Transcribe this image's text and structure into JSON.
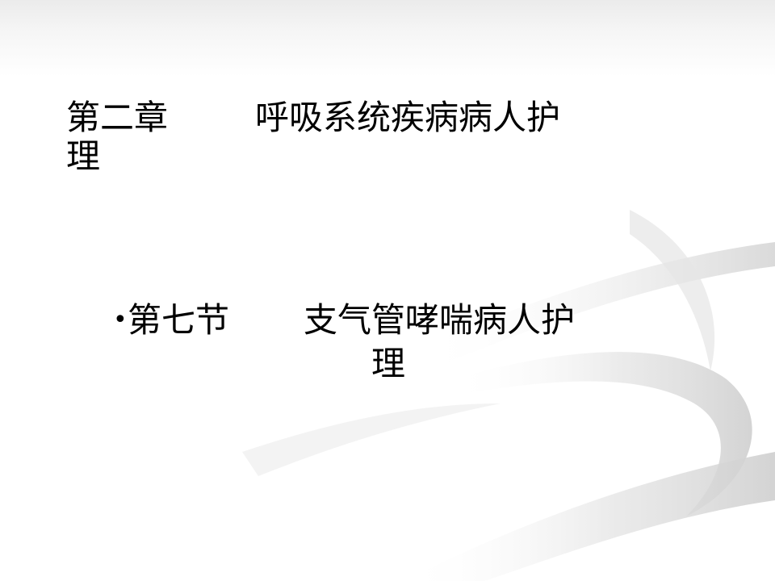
{
  "slide": {
    "title": {
      "chapter": "第二章",
      "subject_line1": "呼吸系统疾病病人护",
      "subject_line2": "理"
    },
    "bullet": {
      "marker": "•",
      "section": "第七节",
      "subject_line1": "支气管哮喘病人护",
      "subject_line2": "理"
    },
    "colors": {
      "text": "#000000",
      "background": "#ffffff",
      "swoosh": "#d9d9d9"
    }
  }
}
